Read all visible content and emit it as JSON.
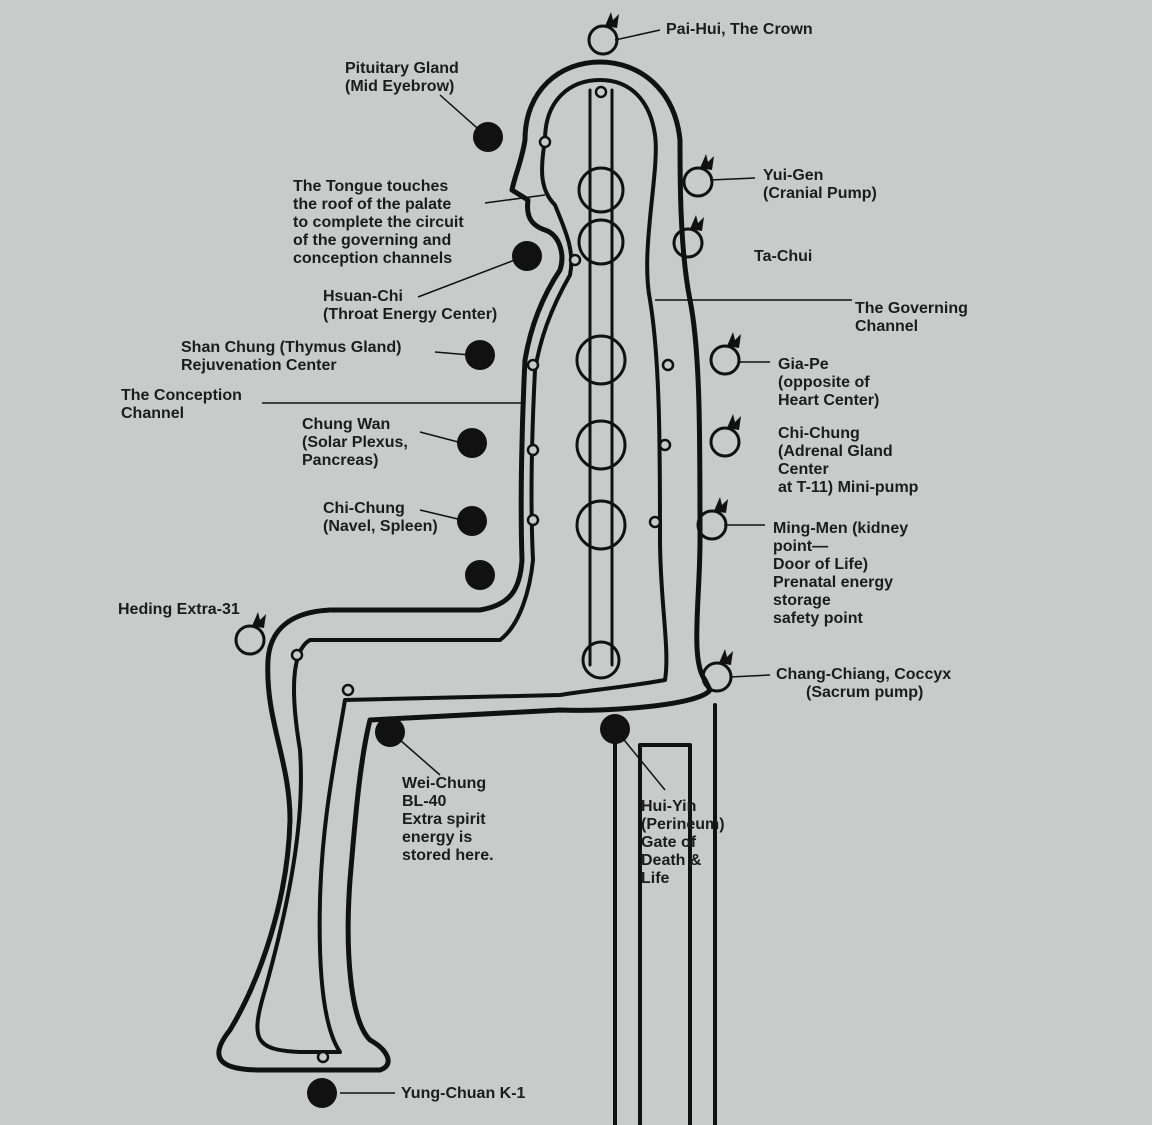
{
  "labels": {
    "pai_hui": [
      "Pai-Hui, The Crown"
    ],
    "pituitary": [
      "Pituitary Gland",
      "(Mid Eyebrow)"
    ],
    "tongue": [
      "The Tongue touches",
      "the roof of the palate",
      "to complete the circuit",
      "of the governing and",
      "conception channels"
    ],
    "hsuan_chi": [
      "Hsuan-Chi",
      "(Throat Energy Center)"
    ],
    "shan_chung": [
      "Shan Chung (Thymus Gland)",
      "Rejuvenation Center"
    ],
    "conception": [
      "The Conception",
      "Channel"
    ],
    "chung_wan": [
      "Chung Wan",
      "(Solar Plexus,",
      "Pancreas)"
    ],
    "chi_chung_navel": [
      "Chi-Chung",
      "(Navel, Spleen)"
    ],
    "heding": [
      "Heding Extra-31"
    ],
    "wei_chung": [
      "Wei-Chung",
      "BL-40",
      "Extra spirit",
      "energy is",
      "stored here."
    ],
    "hui_yin": [
      "Hui-Yin",
      "(Perineum)",
      "Gate of",
      "Death &",
      "Life"
    ],
    "yung_chuan": [
      "Yung-Chuan K-1"
    ],
    "yui_gen": [
      "Yui-Gen",
      "(Cranial Pump)"
    ],
    "ta_chui": [
      "Ta-Chui"
    ],
    "governing": [
      "The Governing",
      "Channel"
    ],
    "gia_pe": [
      "Gia-Pe",
      "(opposite of",
      "Heart Center)"
    ],
    "chi_chung_adrenal": [
      "Chi-Chung",
      "(Adrenal Gland",
      "Center",
      "at T-11) Mini-pump"
    ],
    "ming_men": [
      "Ming-Men (kidney",
      "point—",
      "Door of Life)",
      "Prenatal energy",
      "storage",
      "safety point"
    ],
    "chang_chiang": [
      "Chang-Chiang, Coccyx",
      "(Sacrum pump)"
    ]
  },
  "colors": {
    "paper": "#c9cbcb",
    "ink": "#1a1a1a"
  }
}
